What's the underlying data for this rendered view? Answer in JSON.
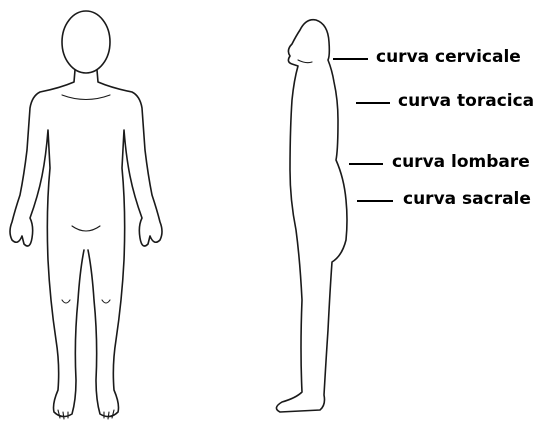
{
  "labels": {
    "cervical": "curva cervicale",
    "thoracic": "curva toracica",
    "lumbar": "curva lombare",
    "sacral": "curva sacrale"
  },
  "colors": {
    "line": "#000000",
    "background": "#ffffff"
  }
}
